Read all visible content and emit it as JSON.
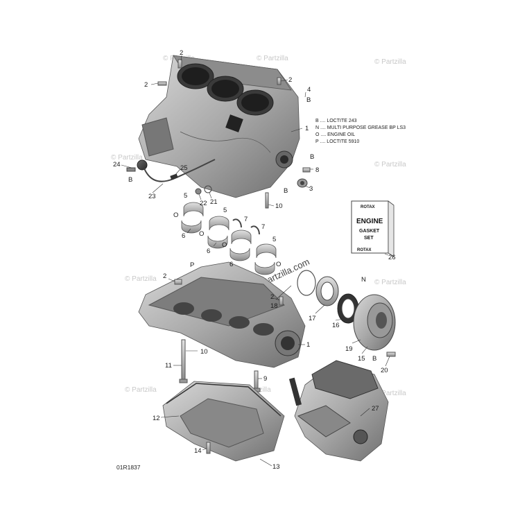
{
  "diagram": {
    "figure_code": "01R1837",
    "watermark": "© Partzilla",
    "watermark_center": "Partzilla.com",
    "legend": [
      {
        "key": "B",
        "text": "B .... LOCTITE 243"
      },
      {
        "key": "N",
        "text": "N .... MULTI PURPOSE GREASE BP LS3"
      },
      {
        "key": "O",
        "text": "O .... ENGINE OIL"
      },
      {
        "key": "P",
        "text": "P .... LOCTITE 5910"
      }
    ],
    "gasket_card": {
      "brand": "ROTAX",
      "line1": "ENGINE",
      "line2": "GASKET",
      "line3": "SET",
      "brand_bottom": "ROTAX"
    },
    "callouts": [
      {
        "id": "c2a",
        "text": "2"
      },
      {
        "id": "c2b",
        "text": "2"
      },
      {
        "id": "c2c",
        "text": "2"
      },
      {
        "id": "c4",
        "text": "4"
      },
      {
        "id": "cB1",
        "text": "B"
      },
      {
        "id": "c1a",
        "text": "1"
      },
      {
        "id": "cB2",
        "text": "B"
      },
      {
        "id": "c8",
        "text": "8"
      },
      {
        "id": "cB3",
        "text": "B"
      },
      {
        "id": "c3",
        "text": "3"
      },
      {
        "id": "c24",
        "text": "24"
      },
      {
        "id": "cB4",
        "text": "B"
      },
      {
        "id": "c25",
        "text": "25"
      },
      {
        "id": "c23",
        "text": "23"
      },
      {
        "id": "c22",
        "text": "22"
      },
      {
        "id": "c21",
        "text": "21"
      },
      {
        "id": "c10a",
        "text": "10"
      },
      {
        "id": "c5a",
        "text": "5"
      },
      {
        "id": "cO1",
        "text": "O"
      },
      {
        "id": "c6a",
        "text": "6"
      },
      {
        "id": "c5b",
        "text": "5"
      },
      {
        "id": "cO2",
        "text": "O"
      },
      {
        "id": "c6b",
        "text": "6"
      },
      {
        "id": "c7a",
        "text": "7"
      },
      {
        "id": "c7b",
        "text": "7"
      },
      {
        "id": "cO3",
        "text": "O"
      },
      {
        "id": "c5c",
        "text": "5"
      },
      {
        "id": "cO4",
        "text": "O"
      },
      {
        "id": "c6c",
        "text": "6"
      },
      {
        "id": "cP",
        "text": "P"
      },
      {
        "id": "c26",
        "text": "26"
      },
      {
        "id": "c2d",
        "text": "2"
      },
      {
        "id": "c2e",
        "text": "2"
      },
      {
        "id": "c18",
        "text": "18"
      },
      {
        "id": "cN",
        "text": "N"
      },
      {
        "id": "c17",
        "text": "17"
      },
      {
        "id": "c16",
        "text": "16"
      },
      {
        "id": "c1b",
        "text": "1"
      },
      {
        "id": "c10b",
        "text": "10"
      },
      {
        "id": "c19",
        "text": "19"
      },
      {
        "id": "c15",
        "text": "15"
      },
      {
        "id": "cB5",
        "text": "B"
      },
      {
        "id": "c20",
        "text": "20"
      },
      {
        "id": "c11",
        "text": "11"
      },
      {
        "id": "c9",
        "text": "9"
      },
      {
        "id": "c12",
        "text": "12"
      },
      {
        "id": "c27",
        "text": "27"
      },
      {
        "id": "c14",
        "text": "14"
      },
      {
        "id": "c13",
        "text": "13"
      }
    ]
  }
}
